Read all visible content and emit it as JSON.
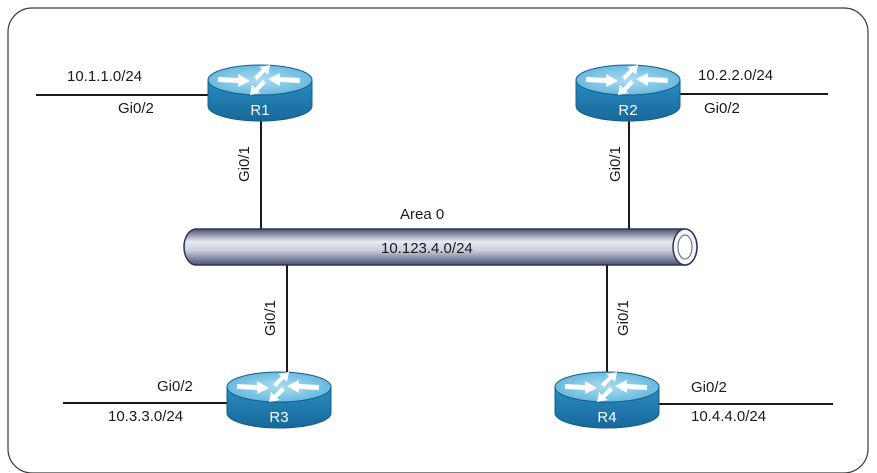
{
  "area_label": "Area 0",
  "backbone_subnet": "10.123.4.0/24",
  "colors": {
    "frame": "#3a3a3a",
    "link": "#1a1a1a",
    "router_top": "#8fd0ec",
    "router_body": "#1f7eb0",
    "router_edge": "#145f88",
    "pipe_light": "#e6eaf2",
    "pipe_dark": "#4a5070"
  },
  "routers": {
    "r1": {
      "name": "R1",
      "lan_subnet": "10.1.1.0/24",
      "lan_interface": "Gi0/2",
      "backbone_interface": "Gi0/1"
    },
    "r2": {
      "name": "R2",
      "lan_subnet": "10.2.2.0/24",
      "lan_interface": "Gi0/2",
      "backbone_interface": "Gi0/1"
    },
    "r3": {
      "name": "R3",
      "lan_subnet": "10.3.3.0/24",
      "lan_interface": "Gi0/2",
      "backbone_interface": "Gi0/1"
    },
    "r4": {
      "name": "R4",
      "lan_subnet": "10.4.4.0/24",
      "lan_interface": "Gi0/2",
      "backbone_interface": "Gi0/1"
    }
  }
}
